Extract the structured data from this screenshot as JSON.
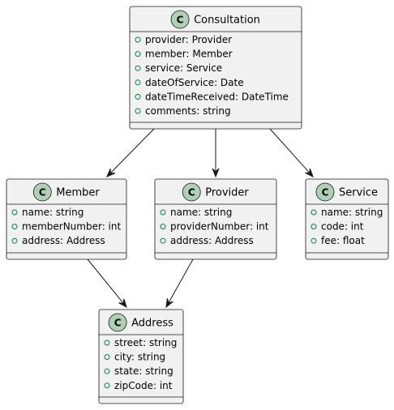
{
  "diagram": {
    "type": "uml-class",
    "stereotype_letter": "C",
    "colors": {
      "box_fill": "#f1f1f1",
      "border": "#181818",
      "stereotype_circle": "#add1b2",
      "visibility_marker": "#038048"
    },
    "classes": [
      {
        "id": "consultation",
        "name": "Consultation",
        "attributes": [
          "provider: Provider",
          "member: Member",
          "service: Service",
          "dateOfService: Date",
          "dateTimeReceived: DateTime",
          "comments: string"
        ]
      },
      {
        "id": "member",
        "name": "Member",
        "attributes": [
          "name: string",
          "memberNumber: int",
          "address: Address"
        ]
      },
      {
        "id": "provider",
        "name": "Provider",
        "attributes": [
          "name: string",
          "providerNumber: int",
          "address: Address"
        ]
      },
      {
        "id": "service",
        "name": "Service",
        "attributes": [
          "name: string",
          "code: int",
          "fee: float"
        ]
      },
      {
        "id": "address",
        "name": "Address",
        "attributes": [
          "street: string",
          "city: string",
          "state: string",
          "zipCode: int"
        ]
      }
    ],
    "relations": [
      {
        "from": "consultation",
        "to": "member"
      },
      {
        "from": "consultation",
        "to": "provider"
      },
      {
        "from": "consultation",
        "to": "service"
      },
      {
        "from": "member",
        "to": "address"
      },
      {
        "from": "provider",
        "to": "address"
      }
    ]
  }
}
